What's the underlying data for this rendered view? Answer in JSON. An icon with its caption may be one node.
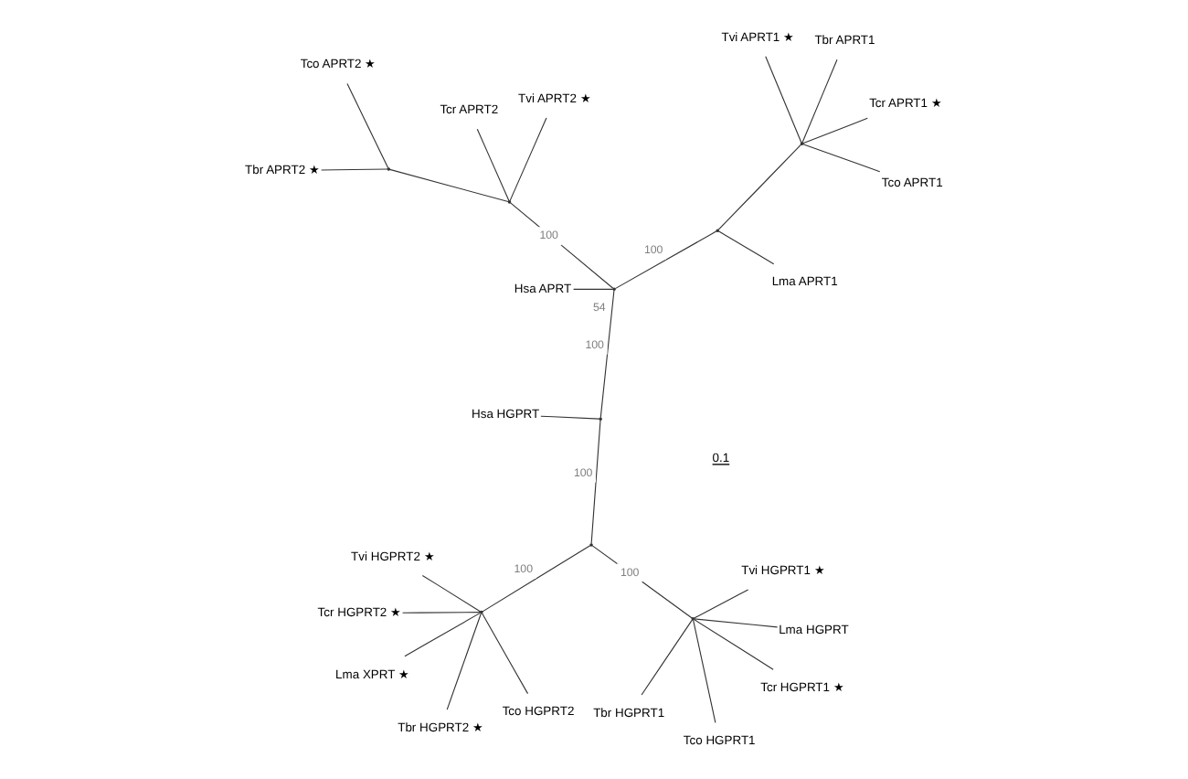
{
  "diagram": {
    "nodes": [
      {
        "text": [
          "Tbr APRT1"
        ]
      },
      {
        "text": [
          "Tco APRT1"
        ]
      },
      {
        "text": [
          "Tvi APRT1 ★"
        ]
      },
      {
        "text": [
          "Tcr APRT1 ★"
        ]
      },
      {
        "text": [
          "Lma APRT1"
        ]
      },
      {
        "text": [
          "Tbr HGPRT1"
        ]
      },
      {
        "text": [
          "Tco HGPRT1"
        ]
      },
      {
        "text": [
          "Tvi HGPRT1 ★"
        ]
      },
      {
        "text": [
          "Tcr HGPRT1 ★"
        ]
      },
      {
        "text": [
          "Lma HGPRT"
        ]
      },
      {
        "text": [
          "Tbr APRT2 ★"
        ]
      },
      {
        "text": [
          "Tco APRT2 ★"
        ]
      },
      {
        "text": [
          "Tvi APRT2 ★"
        ]
      },
      {
        "text": [
          "Tcr APRT2"
        ]
      },
      {
        "text": [
          "Hsa APRT"
        ]
      },
      {
        "text": [
          "Tbr HGPRT2 ★"
        ]
      },
      {
        "text": [
          "Tco HGPRT2"
        ]
      },
      {
        "text": [
          "Tvi HGPRT2 ★"
        ]
      },
      {
        "text": [
          "Tcr HGPRT2 ★"
        ]
      },
      {
        "text": [
          "Lma XPRT ★"
        ]
      },
      {
        "text": [
          "Hsa HGPRT"
        ]
      },
      {
        "text": [],
        "shape": "point"
      },
      {
        "text": [],
        "shape": "point"
      },
      {
        "text": [],
        "shape": "point"
      },
      {
        "text": [],
        "shape": "point"
      },
      {
        "text": [],
        "shape": "point",
        "beside": [
          "54"
        ]
      },
      {
        "text": [],
        "shape": "point"
      },
      {
        "text": [],
        "shape": "point"
      },
      {
        "text": [],
        "shape": "point"
      },
      {
        "text": [],
        "shape": "point"
      }
    ],
    "edges": [
      {
        "from": 22,
        "to": 0,
        "arrow": "none"
      },
      {
        "from": 22,
        "to": 1,
        "arrow": "none"
      },
      {
        "from": 22,
        "to": 2,
        "arrow": "none"
      },
      {
        "from": 22,
        "to": 3,
        "arrow": "none"
      },
      {
        "from": 23,
        "to": 4,
        "arrow": "none"
      },
      {
        "from": 23,
        "to": 22,
        "arrow": "none"
      },
      {
        "from": 25,
        "to": 23,
        "label": "100",
        "arrow": "none"
      },
      {
        "from": 21,
        "to": 10,
        "arrow": "none"
      },
      {
        "from": 21,
        "to": 11,
        "arrow": "none"
      },
      {
        "from": 24,
        "to": 21,
        "arrow": "none"
      },
      {
        "from": 24,
        "to": 12,
        "arrow": "none"
      },
      {
        "from": 24,
        "to": 13,
        "arrow": "none"
      },
      {
        "from": 25,
        "to": 24,
        "label": "100",
        "arrow": "none"
      },
      {
        "from": 25,
        "to": 14,
        "arrow": "none"
      },
      {
        "from": 25,
        "to": 26,
        "label": "100",
        "arrow": "none"
      },
      {
        "from": 26,
        "to": 20,
        "arrow": "none"
      },
      {
        "from": 26,
        "to": 27,
        "label": "100",
        "arrow": "none"
      },
      {
        "from": 27,
        "to": 28,
        "label": "100",
        "arrow": "none"
      },
      {
        "from": 28,
        "to": 5,
        "arrow": "none"
      },
      {
        "from": 28,
        "to": 6,
        "arrow": "none"
      },
      {
        "from": 28,
        "to": 7,
        "arrow": "none"
      },
      {
        "from": 28,
        "to": 8,
        "arrow": "none"
      },
      {
        "from": 28,
        "to": 9,
        "arrow": "none"
      },
      {
        "from": 27,
        "to": 29,
        "label": "100",
        "arrow": "none"
      },
      {
        "from": 29,
        "to": 15,
        "arrow": "none"
      },
      {
        "from": 29,
        "to": 16,
        "arrow": "none"
      },
      {
        "from": 29,
        "to": 17,
        "arrow": "none"
      },
      {
        "from": 29,
        "to": 18,
        "arrow": "none"
      },
      {
        "from": 29,
        "to": 19,
        "arrow": "none"
      }
    ],
    "labels": [
      "0.1"
    ]
  }
}
